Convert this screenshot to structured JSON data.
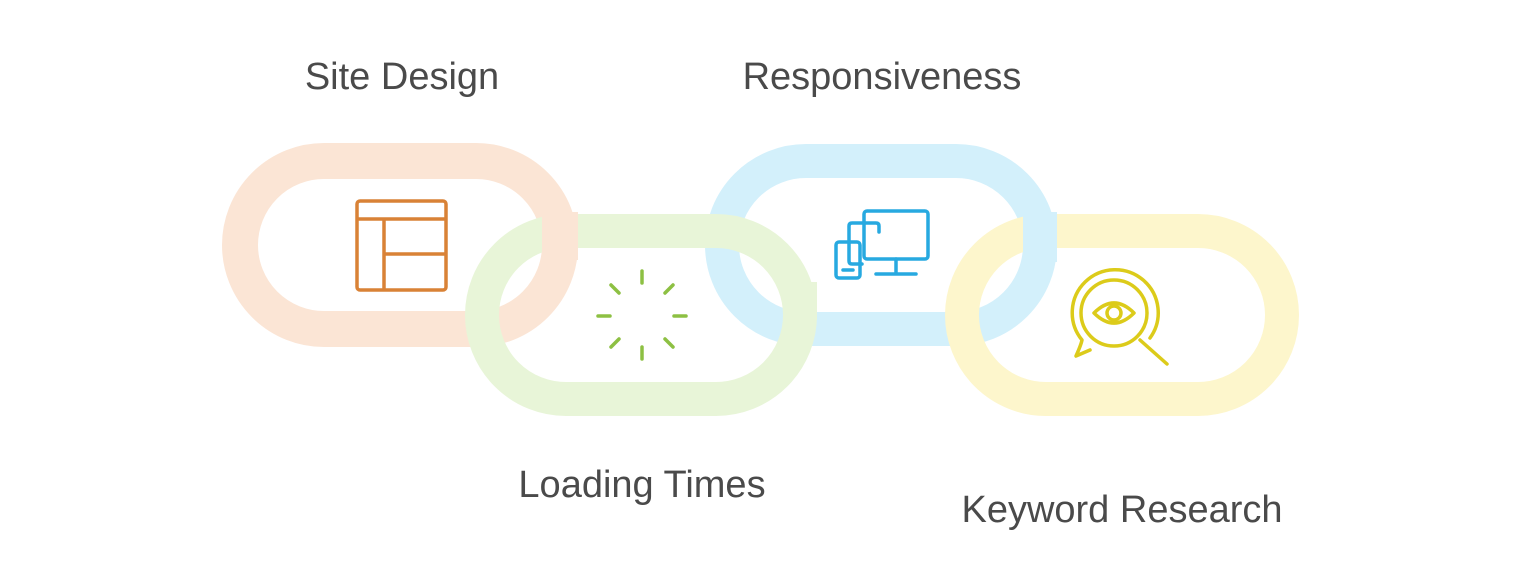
{
  "links": [
    {
      "id": "site-design",
      "label": "Site Design",
      "icon": "layout-icon",
      "ring_color": "#fbe5d5",
      "icon_color": "#d98236"
    },
    {
      "id": "loading-times",
      "label": "Loading Times",
      "icon": "loading-spinner-icon",
      "ring_color": "#e8f5d8",
      "icon_color": "#8dc043"
    },
    {
      "id": "responsiveness",
      "label": "Responsiveness",
      "icon": "devices-icon",
      "ring_color": "#d3f0fb",
      "icon_color": "#27a9e0"
    },
    {
      "id": "keyword-research",
      "label": "Keyword Research",
      "icon": "search-eye-icon",
      "ring_color": "#fdf6cc",
      "icon_color": "#dccb1a"
    }
  ]
}
